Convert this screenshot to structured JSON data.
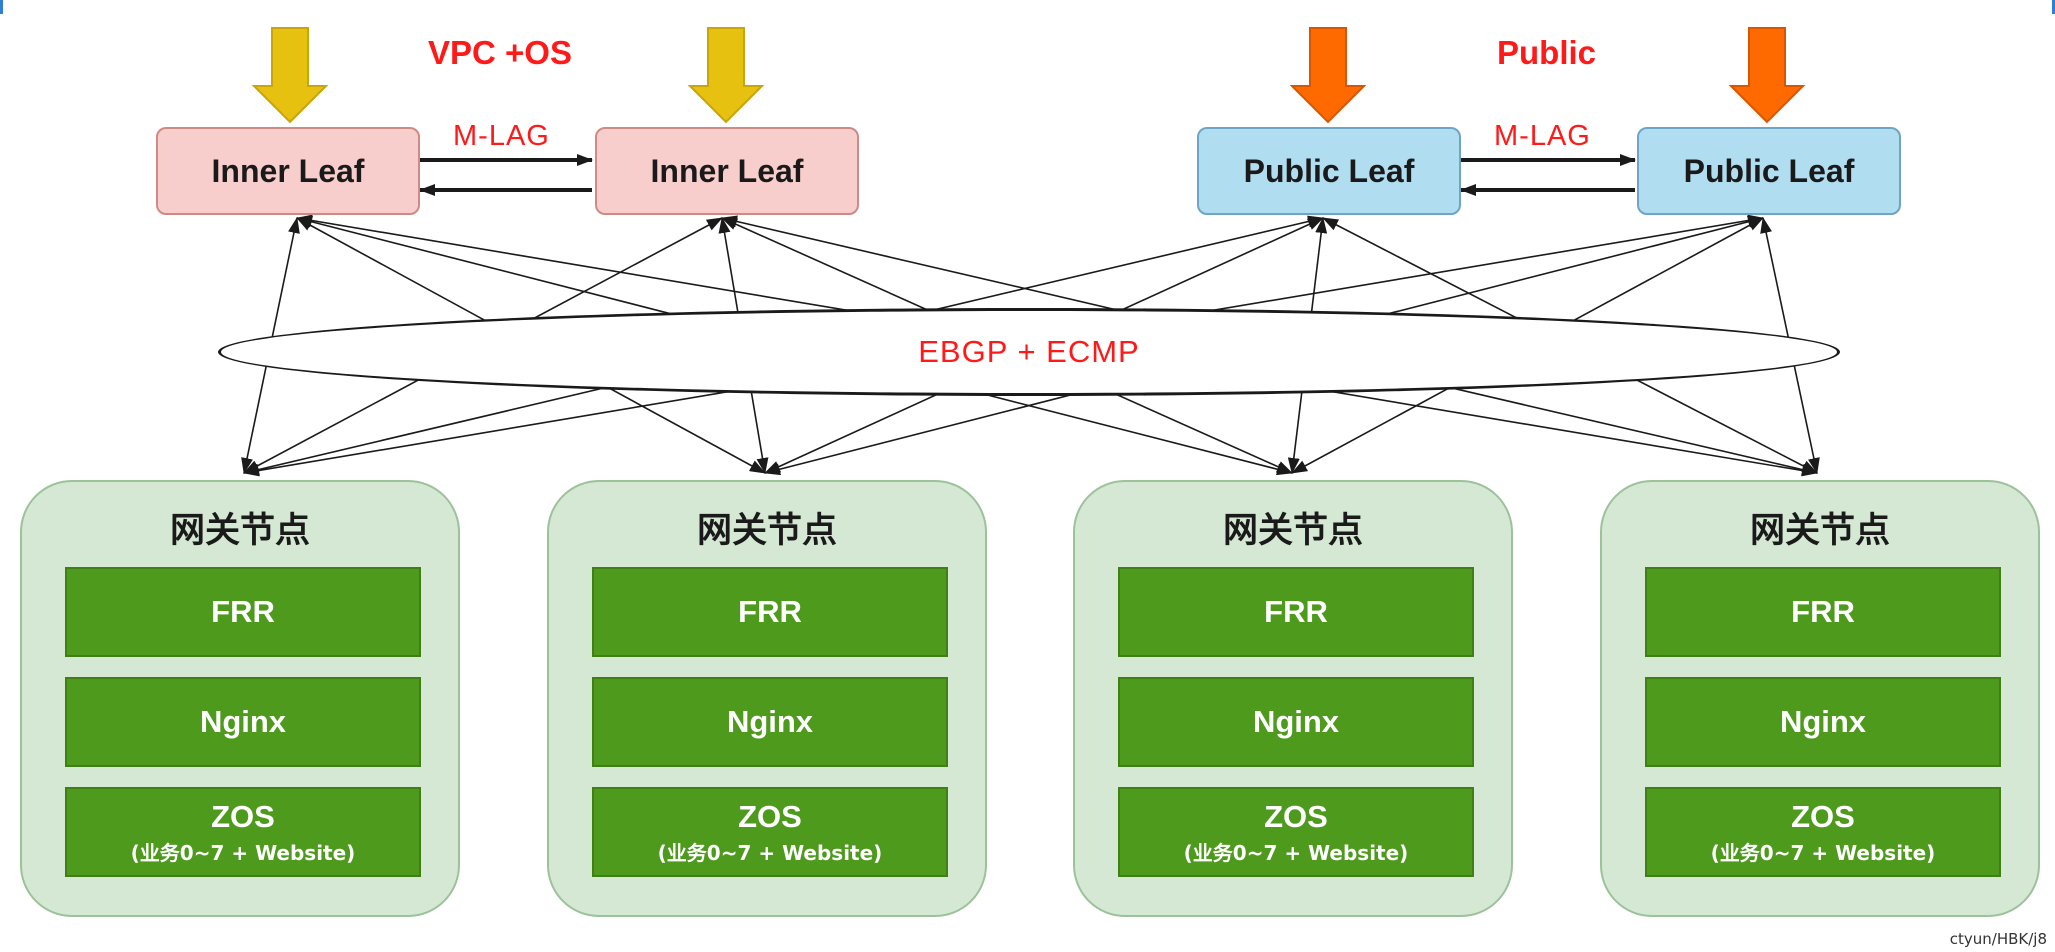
{
  "groups": {
    "inner_label": "VPC +OS",
    "public_label": "Public"
  },
  "leaves": [
    {
      "name": "Inner Leaf",
      "kind": "inner"
    },
    {
      "name": "Inner Leaf",
      "kind": "inner"
    },
    {
      "name": "Public Leaf",
      "kind": "public"
    },
    {
      "name": "Public Leaf",
      "kind": "public"
    }
  ],
  "mlag_labels": [
    "M-LAG",
    "M-LAG"
  ],
  "fabric_label": "EBGP + ECMP",
  "nodes": [
    {
      "title": "网关节点",
      "services": [
        "FRR",
        "Nginx",
        "ZOS"
      ],
      "zos_note": "(业务0~7 + Website)"
    },
    {
      "title": "网关节点",
      "services": [
        "FRR",
        "Nginx",
        "ZOS"
      ],
      "zos_note": "(业务0~7 + Website)"
    },
    {
      "title": "网关节点",
      "services": [
        "FRR",
        "Nginx",
        "ZOS"
      ],
      "zos_note": "(业务0~7 + Website)"
    },
    {
      "title": "网关节点",
      "services": [
        "FRR",
        "Nginx",
        "ZOS"
      ],
      "zos_note": "(业务0~7 + Website)"
    }
  ],
  "colors": {
    "inner_arrow": "#e6c10f",
    "public_arrow": "#ff6a00",
    "label_red": "#ff1a1a",
    "service_green": "#4d9a1c"
  },
  "watermark": "ctyun/HBK/j8"
}
